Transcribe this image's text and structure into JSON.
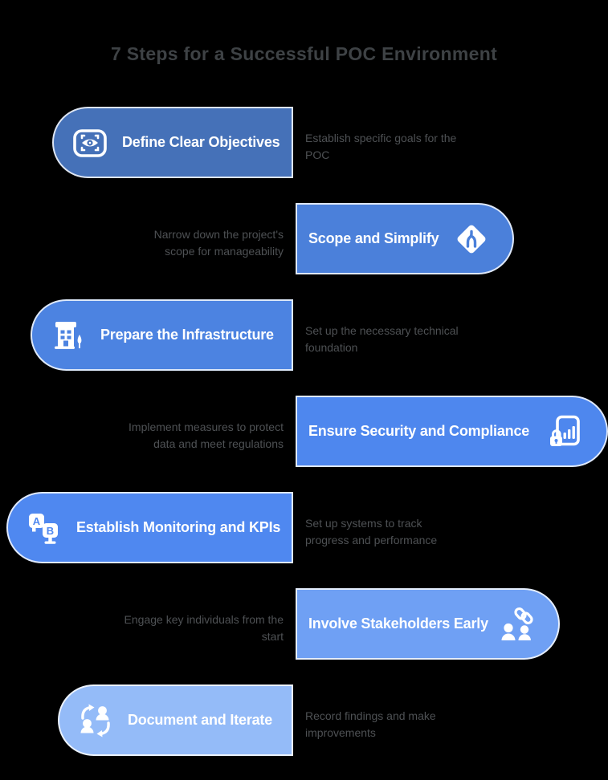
{
  "title": "7 Steps for a Successful POC Environment",
  "colors": {
    "background": "#000000",
    "title_text": "#3e4245",
    "description_text": "#4e5154",
    "step_label_text": "#ffffff"
  },
  "steps": [
    {
      "label": "Define Clear Objectives",
      "description": "Establish specific goals for the\nPOC",
      "side": "left",
      "icon": "scan-eye-icon",
      "color": "#4571B8"
    },
    {
      "label": "Scope and Simplify",
      "description": "Narrow down the project's\nscope for manageability",
      "side": "right",
      "icon": "merge-diamond-icon",
      "color": "#4B80DA"
    },
    {
      "label": "Prepare the Infrastructure",
      "description": "Set up the necessary technical\nfoundation",
      "side": "left",
      "icon": "building-icon",
      "color": "#4C83E1"
    },
    {
      "label": "Ensure Security and Compliance",
      "description": "Implement measures to protect\ndata and meet regulations",
      "side": "right",
      "icon": "document-lock-chart-icon",
      "color": "#4E87EE"
    },
    {
      "label": "Establish Monitoring and KPIs",
      "description": "Set up systems to track\nprogress and performance",
      "side": "left",
      "icon": "ab-test-monitors-icon",
      "color": "#4F88F0"
    },
    {
      "label": "Involve Stakeholders Early",
      "description": "Engage key individuals from the\nstart",
      "side": "right",
      "icon": "stakeholders-link-icon",
      "color": "#6FA0F4"
    },
    {
      "label": "Document and Iterate",
      "description": "Record findings and make\nimprovements",
      "side": "left",
      "icon": "people-iterate-icon",
      "color": "#94BBF8"
    }
  ]
}
